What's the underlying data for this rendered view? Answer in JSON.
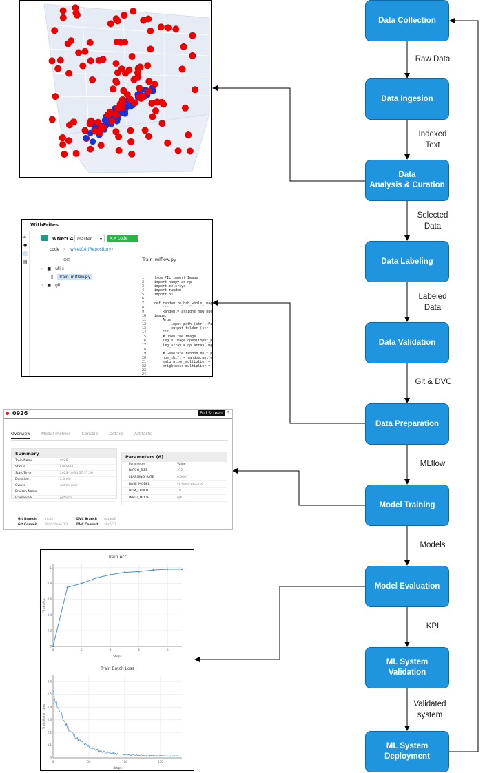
{
  "pipeline": {
    "nodes": [
      "Data Collection",
      "Data Ingesion",
      "Data\nAnalysis & Curation",
      "Data Labeling",
      "Data Validation",
      "Data Preparation",
      "Model Training",
      "Model Evaluation",
      "ML System Validation",
      "ML System\nDeployment"
    ],
    "edge_labels": [
      "Raw Data",
      "Indexed\nText",
      "Selected\nData",
      "Labeled\nData",
      "Git & DVC",
      "MLflow",
      "Models",
      "KPI",
      "Validated\nsystem"
    ]
  },
  "repo": {
    "app": "WithFrites",
    "repo_name": "wNetC4",
    "branch": "master",
    "code_button": "<> code",
    "crumb_root": "code",
    "crumb_link": "wNetC4 (Repository)",
    "tree": [
      "utils",
      "Train_mlflow.py",
      "git"
    ],
    "file_title": "Train_mlflow.py",
    "code": [
      "from PIL import Image",
      "import numpy as np",
      "import colorsys",
      "import random",
      "import os",
      "",
      "def randomize_hsb_whole_image",
      "    \"\"\"",
      "    Randomly assigns new hue,",
      "image.",
      "    Args:",
      "        input_path (str): Pat",
      "        output_folder (str):",
      "    \"\"\"",
      "    # Open the image",
      "    img = Image.open(input_pa",
      "    img_array = np.array(img)",
      "",
      "    # Generate random multipl",
      "    hue_shift = random.unifor",
      "    saturation_multiplier = r",
      "    brightness_multiplier = r",
      "",
      ""
    ]
  },
  "run": {
    "title": "0926",
    "full_screen": "Full Screen",
    "close": "✕",
    "tabs": [
      "Overview",
      "Model metrics",
      "Console",
      "Details",
      "Artifacts"
    ],
    "summary_title": "Summary",
    "summary_rows": [
      [
        "Train Name",
        "0926"
      ],
      [
        "Status",
        "FINISHED"
      ],
      [
        "Start Time",
        "2023-10-04 17:57:36"
      ],
      [
        "Duration",
        "2.0min"
      ],
      [
        "Owner",
        "admin-user"
      ],
      [
        "Environ Name",
        "—"
      ],
      [
        "Framework",
        "pytorch"
      ]
    ],
    "params_title": "Parameters (6)",
    "params_header": [
      "Parameter",
      "Value"
    ],
    "params_rows": [
      [
        "BATCH_SIZE",
        "512"
      ],
      [
        "LEARNING_RATE",
        "0.0001"
      ],
      [
        "BASE_MODEL",
        "vit-base-patch16"
      ],
      [
        "NUM_EPOCH",
        "10"
      ],
      [
        "INPUT_MODE",
        "rgb"
      ]
    ],
    "footer": [
      [
        "Git Branch",
        "main",
        "DVC Branch",
        "data/v2"
      ],
      [
        "Git Commit",
        "9fd0c1a4e7b2",
        "DVC Commit",
        "a8c5f21"
      ]
    ]
  },
  "train_acc_chart": {
    "type": "line",
    "title": "Train Acc",
    "xlabel": "Steps",
    "ylabel": "Train Acc",
    "x": [
      0,
      1,
      2,
      3,
      4,
      5,
      6,
      7,
      8,
      9
    ],
    "values": [
      0.0,
      0.75,
      0.8,
      0.87,
      0.91,
      0.94,
      0.95,
      0.97,
      0.98,
      0.98
    ],
    "xticks": [
      0,
      2,
      4,
      6,
      8
    ],
    "yticks": [
      0,
      0.2,
      0.4,
      0.6,
      0.8,
      1.0
    ],
    "ylim": [
      0,
      1.05
    ],
    "color": "#4a8fd1"
  },
  "train_loss_chart": {
    "type": "line",
    "title": "Train Batch Loss",
    "xlabel": "Steps",
    "ylabel": "Train Batch Loss",
    "xticks": [
      0,
      50,
      100,
      150
    ],
    "yticks": [
      0,
      0.1,
      0.2,
      0.3,
      0.4,
      0.5,
      0.6
    ],
    "xlim": [
      0,
      180
    ],
    "ylim": [
      0,
      0.65
    ],
    "color": "#4a8fd1"
  },
  "scatter3d": {
    "red_color": "#ee0000",
    "blue_color": "#1533d6"
  }
}
